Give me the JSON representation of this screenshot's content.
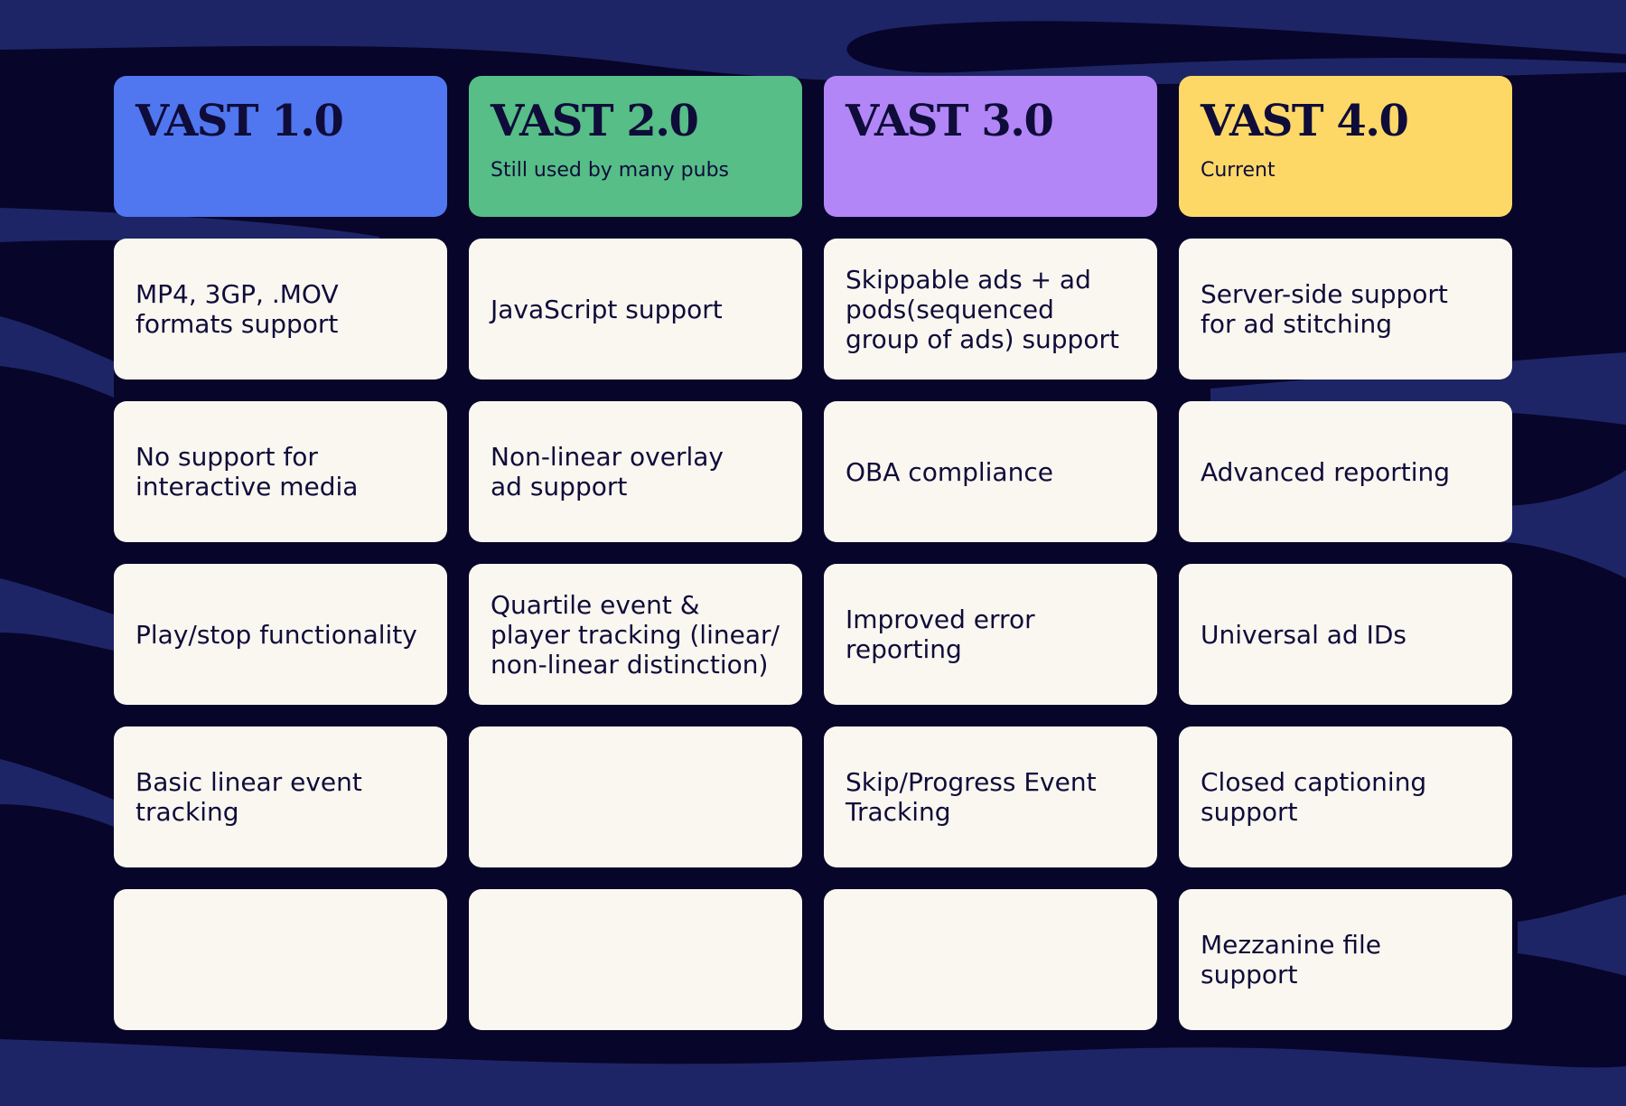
{
  "colors": {
    "background": "#08052a",
    "wave": "#1e2566",
    "cell": "#faf7f0",
    "text": "#0f0c3a"
  },
  "columns": [
    {
      "title": "VAST 1.0",
      "subtitle": "",
      "color": "#5077ef",
      "features": [
        "MP4, 3GP, .MOV\nformats support",
        "No support for\ninteractive media",
        "Play/stop functionality",
        "Basic linear event\ntracking",
        ""
      ]
    },
    {
      "title": "VAST 2.0",
      "subtitle": "Still used by many pubs",
      "color": "#56be86",
      "features": [
        "JavaScript support",
        "Non-linear overlay\nad support",
        "Quartile event &\nplayer tracking (linear/\nnon-linear distinction)",
        "",
        ""
      ]
    },
    {
      "title": "VAST 3.0",
      "subtitle": "",
      "color": "#b286f6",
      "features": [
        "Skippable ads + ad\npods(sequenced\ngroup of ads) support",
        "OBA compliance",
        "Improved error\nreporting",
        "Skip/Progress Event\nTracking",
        ""
      ]
    },
    {
      "title": "VAST 4.0",
      "subtitle": "Current",
      "color": "#fdd866",
      "features": [
        "Server-side support\nfor ad stitching",
        "Advanced reporting",
        "Universal ad IDs",
        "Closed captioning\nsupport",
        "Mezzanine file\nsupport"
      ]
    }
  ]
}
